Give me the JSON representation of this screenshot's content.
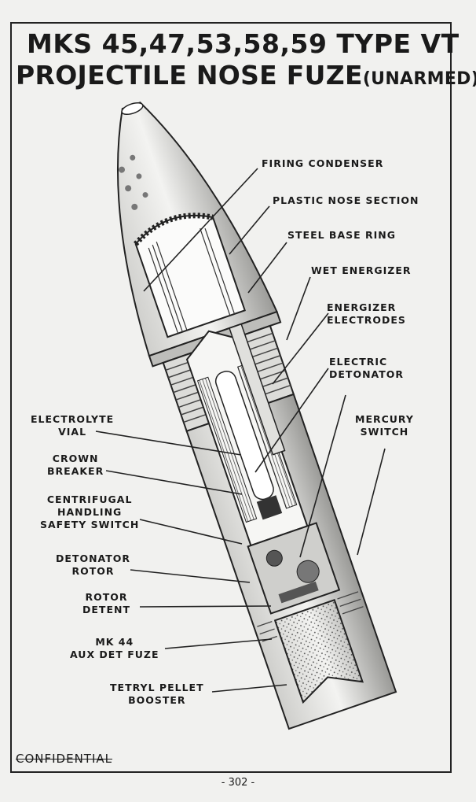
{
  "title": {
    "line1": "MKS 45,47,53,58,59 TYPE VT",
    "line2_main": "PROJECTILE NOSE FUZE",
    "line2_sub": "(UNARMED)"
  },
  "labels": {
    "firing_condenser": "FIRING CONDENSER",
    "plastic_nose_section": "PLASTIC NOSE SECTION",
    "steel_base_ring": "STEEL BASE RING",
    "wet_energizer": "WET ENERGIZER",
    "energizer_electrodes": [
      "ENERGIZER",
      "ELECTRODES"
    ],
    "electric_detonator": [
      "ELECTRIC",
      "DETONATOR"
    ],
    "mercury_switch": [
      "MERCURY",
      "SWITCH"
    ],
    "electrolyte_vial": [
      "ELECTROLYTE",
      "VIAL"
    ],
    "crown_breaker": [
      "CROWN",
      "BREAKER"
    ],
    "centrifugal_switch": [
      "CENTRIFUGAL",
      "HANDLING",
      "SAFETY SWITCH"
    ],
    "detonator_rotor": [
      "DETONATOR",
      "ROTOR"
    ],
    "rotor_detent": [
      "ROTOR",
      "DETENT"
    ],
    "aux_det_fuze": [
      "MK 44",
      "AUX DET FUZE"
    ],
    "tetryl_pellet_booster": [
      "TETRYL PELLET",
      "BOOSTER"
    ]
  },
  "footer": {
    "confidential": "CONFIDENTIAL",
    "page_number": "- 302 -"
  }
}
